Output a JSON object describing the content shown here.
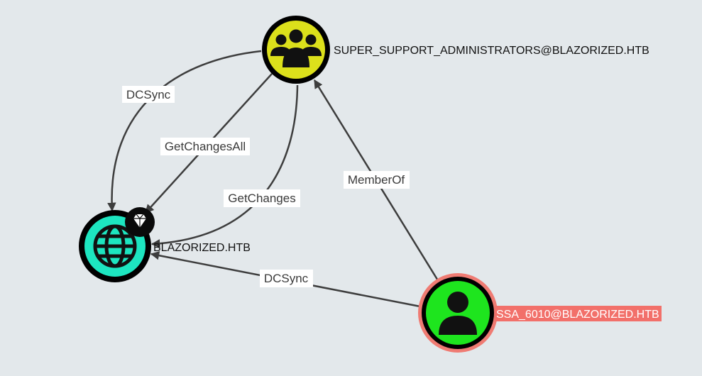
{
  "colors": {
    "background": "#e3e8eb",
    "edge": "#3d3d3d",
    "group_fill": "#dce01b",
    "domain_fill": "#1de5c0",
    "user_fill": "#1ee51e",
    "user_ring": "#ef7b73",
    "label_highlight": "#f2706a",
    "node_border": "#000000"
  },
  "nodes": {
    "group": {
      "label": "SUPER_SUPPORT_ADMINISTRATORS@BLAZORIZED.HTB",
      "icon": "users-group-icon"
    },
    "domain": {
      "label": "BLAZORIZED.HTB",
      "icon": "globe-icon",
      "badge_icon": "gem-icon"
    },
    "user": {
      "label": "SSA_6010@BLAZORIZED.HTB",
      "icon": "user-icon"
    }
  },
  "edges": {
    "dcsync_group": {
      "label": "DCSync"
    },
    "getchangesall": {
      "label": "GetChangesAll"
    },
    "getchanges": {
      "label": "GetChanges"
    },
    "memberof": {
      "label": "MemberOf"
    },
    "dcsync_user": {
      "label": "DCSync"
    }
  }
}
